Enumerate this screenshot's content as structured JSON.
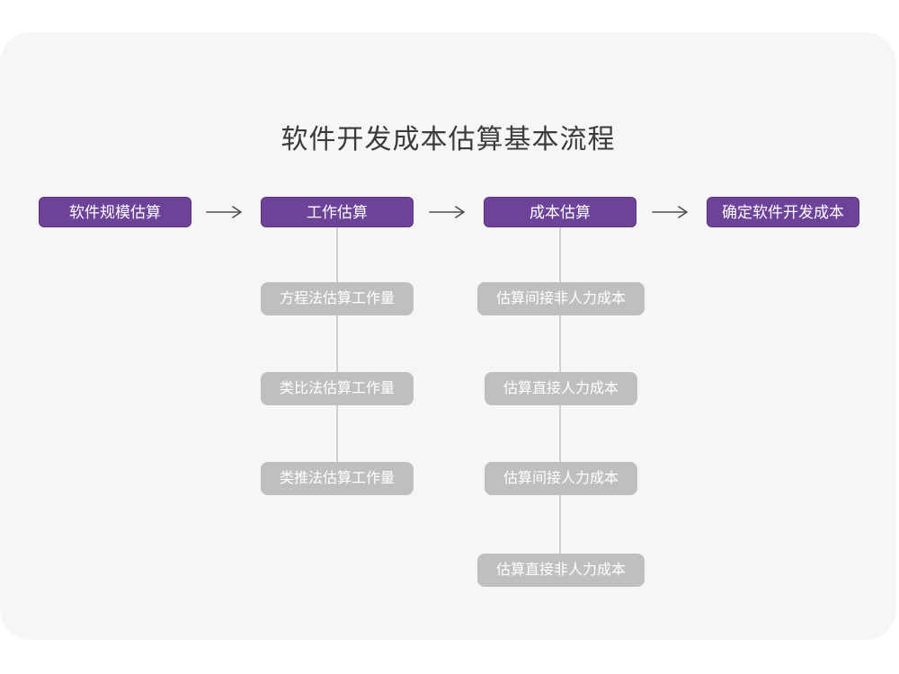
{
  "diagram": {
    "title": "软件开发成本估算基本流程",
    "main_steps": [
      {
        "label": "软件规模估算"
      },
      {
        "label": "工作估算"
      },
      {
        "label": "成本估算"
      },
      {
        "label": "确定软件开发成本"
      }
    ],
    "work_estimation_branch": {
      "items": [
        {
          "label": "方程法估算工作量"
        },
        {
          "label": "类比法估算工作量"
        },
        {
          "label": "类推法估算工作量"
        }
      ]
    },
    "cost_estimation_branch": {
      "items": [
        {
          "label": "估算间接非人力成本"
        },
        {
          "label": "估算直接人力成本"
        },
        {
          "label": "估算间接人力成本"
        },
        {
          "label": "估算直接非人力成本"
        }
      ]
    }
  },
  "colors": {
    "accent_purple": "#6d4299",
    "node_gray": "#bfbfbf",
    "card_bg": "#f6f6f6",
    "arrow": "#4d4d4d",
    "connector_line": "#cfcfcf",
    "title_text": "#3b3b3b",
    "node_text": "#ffffff"
  }
}
